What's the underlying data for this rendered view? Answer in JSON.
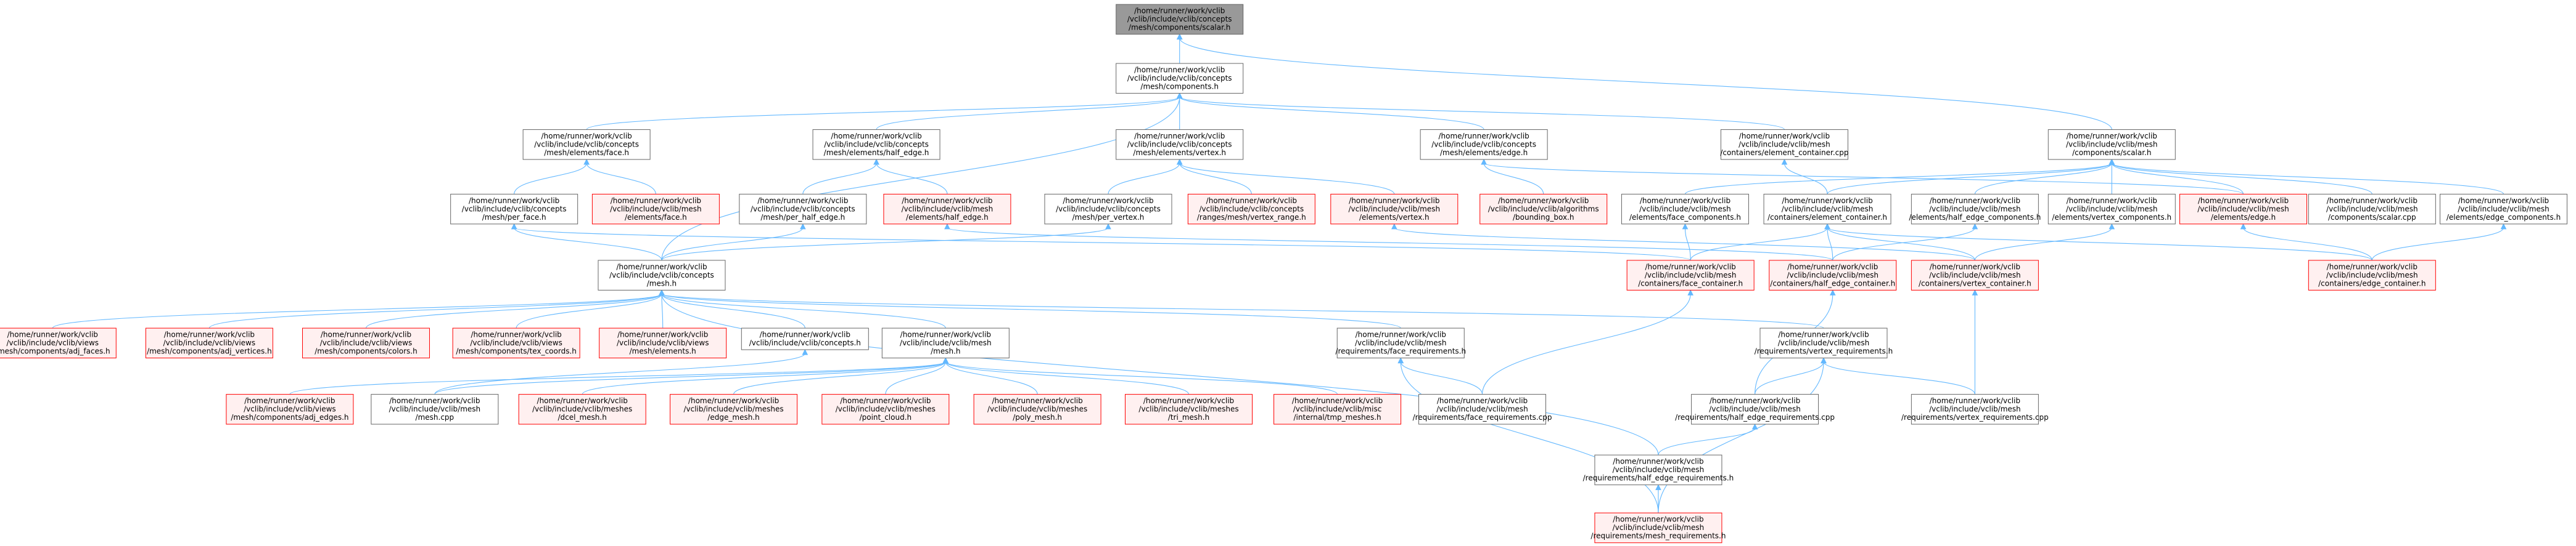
{
  "colors": {
    "background": "#ffffff",
    "edge": "#63b8ff",
    "root_fill": "#999999",
    "root_stroke": "#666666",
    "normal_fill": "#ffffff",
    "normal_stroke": "#666666",
    "missing_fill": "#fff0f0",
    "missing_stroke": "#ff0000"
  },
  "nodes": [
    {
      "id": "scalar_concept",
      "kind": "root",
      "lines": [
        "/home/runner/work/vclib",
        "/vclib/include/vclib/concepts",
        "/mesh/components/scalar.h"
      ]
    },
    {
      "id": "components_concept",
      "kind": "normal",
      "lines": [
        "/home/runner/work/vclib",
        "/vclib/include/vclib/concepts",
        "/mesh/components.h"
      ]
    },
    {
      "id": "face_concept",
      "kind": "normal",
      "lines": [
        "/home/runner/work/vclib",
        "/vclib/include/vclib/concepts",
        "/mesh/elements/face.h"
      ]
    },
    {
      "id": "half_edge_concept",
      "kind": "normal",
      "lines": [
        "/home/runner/work/vclib",
        "/vclib/include/vclib/concepts",
        "/mesh/elements/half_edge.h"
      ]
    },
    {
      "id": "vertex_concept",
      "kind": "normal",
      "lines": [
        "/home/runner/work/vclib",
        "/vclib/include/vclib/concepts",
        "/mesh/elements/vertex.h"
      ]
    },
    {
      "id": "edge_concept",
      "kind": "normal",
      "lines": [
        "/home/runner/work/vclib",
        "/vclib/include/vclib/concepts",
        "/mesh/elements/edge.h"
      ]
    },
    {
      "id": "element_container_cpp",
      "kind": "normal",
      "lines": [
        "/home/runner/work/vclib",
        "/vclib/include/vclib/mesh",
        "/containers/element_container.cpp"
      ]
    },
    {
      "id": "mesh_scalar_h",
      "kind": "normal",
      "lines": [
        "/home/runner/work/vclib",
        "/vclib/include/vclib/mesh",
        "/components/scalar.h"
      ]
    },
    {
      "id": "per_face",
      "kind": "normal",
      "lines": [
        "/home/runner/work/vclib",
        "/vclib/include/vclib/concepts",
        "/mesh/per_face.h"
      ]
    },
    {
      "id": "mesh_elements_face",
      "kind": "missing",
      "lines": [
        "/home/runner/work/vclib",
        "/vclib/include/vclib/mesh",
        "/elements/face.h"
      ]
    },
    {
      "id": "per_half_edge",
      "kind": "normal",
      "lines": [
        "/home/runner/work/vclib",
        "/vclib/include/vclib/concepts",
        "/mesh/per_half_edge.h"
      ]
    },
    {
      "id": "mesh_elements_half_edge",
      "kind": "missing",
      "lines": [
        "/home/runner/work/vclib",
        "/vclib/include/vclib/mesh",
        "/elements/half_edge.h"
      ]
    },
    {
      "id": "per_vertex",
      "kind": "normal",
      "lines": [
        "/home/runner/work/vclib",
        "/vclib/include/vclib/concepts",
        "/mesh/per_vertex.h"
      ]
    },
    {
      "id": "vertex_range",
      "kind": "missing",
      "lines": [
        "/home/runner/work/vclib",
        "/vclib/include/vclib/concepts",
        "/ranges/mesh/vertex_range.h"
      ]
    },
    {
      "id": "mesh_elements_vertex",
      "kind": "missing",
      "lines": [
        "/home/runner/work/vclib",
        "/vclib/include/vclib/mesh",
        "/elements/vertex.h"
      ]
    },
    {
      "id": "bounding_box",
      "kind": "missing",
      "lines": [
        "/home/runner/work/vclib",
        "/vclib/include/vclib/algorithms",
        "/bounding_box.h"
      ]
    },
    {
      "id": "face_components",
      "kind": "normal",
      "lines": [
        "/home/runner/work/vclib",
        "/vclib/include/vclib/mesh",
        "/elements/face_components.h"
      ]
    },
    {
      "id": "element_container_h",
      "kind": "normal",
      "lines": [
        "/home/runner/work/vclib",
        "/vclib/include/vclib/mesh",
        "/containers/element_container.h"
      ]
    },
    {
      "id": "half_edge_components",
      "kind": "normal",
      "lines": [
        "/home/runner/work/vclib",
        "/vclib/include/vclib/mesh",
        "/elements/half_edge_components.h"
      ]
    },
    {
      "id": "vertex_components",
      "kind": "normal",
      "lines": [
        "/home/runner/work/vclib",
        "/vclib/include/vclib/mesh",
        "/elements/vertex_components.h"
      ]
    },
    {
      "id": "mesh_elements_edge",
      "kind": "missing",
      "lines": [
        "/home/runner/work/vclib",
        "/vclib/include/vclib/mesh",
        "/elements/edge.h"
      ]
    },
    {
      "id": "scalar_cpp",
      "kind": "normal",
      "lines": [
        "/home/runner/work/vclib",
        "/vclib/include/vclib/mesh",
        "/components/scalar.cpp"
      ]
    },
    {
      "id": "edge_components",
      "kind": "normal",
      "lines": [
        "/home/runner/work/vclib",
        "/vclib/include/vclib/mesh",
        "/elements/edge_components.h"
      ]
    },
    {
      "id": "mesh_concept",
      "kind": "normal",
      "lines": [
        "/home/runner/work/vclib",
        "/vclib/include/vclib/concepts",
        "/mesh.h"
      ]
    },
    {
      "id": "face_container",
      "kind": "missing",
      "lines": [
        "/home/runner/work/vclib",
        "/vclib/include/vclib/mesh",
        "/containers/face_container.h"
      ]
    },
    {
      "id": "half_edge_container",
      "kind": "missing",
      "lines": [
        "/home/runner/work/vclib",
        "/vclib/include/vclib/mesh",
        "/containers/half_edge_container.h"
      ]
    },
    {
      "id": "vertex_container",
      "kind": "missing",
      "lines": [
        "/home/runner/work/vclib",
        "/vclib/include/vclib/mesh",
        "/containers/vertex_container.h"
      ]
    },
    {
      "id": "edge_container",
      "kind": "missing",
      "lines": [
        "/home/runner/work/vclib",
        "/vclib/include/vclib/mesh",
        "/containers/edge_container.h"
      ]
    },
    {
      "id": "adj_faces",
      "kind": "missing",
      "lines": [
        "/home/runner/work/vclib",
        "/vclib/include/vclib/views",
        "/mesh/components/adj_faces.h"
      ]
    },
    {
      "id": "adj_vertices",
      "kind": "missing",
      "lines": [
        "/home/runner/work/vclib",
        "/vclib/include/vclib/views",
        "/mesh/components/adj_vertices.h"
      ]
    },
    {
      "id": "colors",
      "kind": "missing",
      "lines": [
        "/home/runner/work/vclib",
        "/vclib/include/vclib/views",
        "/mesh/components/colors.h"
      ]
    },
    {
      "id": "tex_coords",
      "kind": "missing",
      "lines": [
        "/home/runner/work/vclib",
        "/vclib/include/vclib/views",
        "/mesh/components/tex_coords.h"
      ]
    },
    {
      "id": "views_elements",
      "kind": "missing",
      "lines": [
        "/home/runner/work/vclib",
        "/vclib/include/vclib/views",
        "/mesh/elements.h"
      ]
    },
    {
      "id": "concepts_h",
      "kind": "normal",
      "lines": [
        "/home/runner/work/vclib",
        "/vclib/include/vclib/concepts.h"
      ]
    },
    {
      "id": "mesh_mesh_h",
      "kind": "normal",
      "lines": [
        "/home/runner/work/vclib",
        "/vclib/include/vclib/mesh",
        "/mesh.h"
      ]
    },
    {
      "id": "face_requirements_h",
      "kind": "normal",
      "lines": [
        "/home/runner/work/vclib",
        "/vclib/include/vclib/mesh",
        "/requirements/face_requirements.h"
      ]
    },
    {
      "id": "vertex_requirements_h",
      "kind": "normal",
      "lines": [
        "/home/runner/work/vclib",
        "/vclib/include/vclib/mesh",
        "/requirements/vertex_requirements.h"
      ]
    },
    {
      "id": "adj_edges",
      "kind": "missing",
      "lines": [
        "/home/runner/work/vclib",
        "/vclib/include/vclib/views",
        "/mesh/components/adj_edges.h"
      ]
    },
    {
      "id": "mesh_cpp",
      "kind": "normal",
      "lines": [
        "/home/runner/work/vclib",
        "/vclib/include/vclib/mesh",
        "/mesh.cpp"
      ]
    },
    {
      "id": "dcel_mesh",
      "kind": "missing",
      "lines": [
        "/home/runner/work/vclib",
        "/vclib/include/vclib/meshes",
        "/dcel_mesh.h"
      ]
    },
    {
      "id": "edge_mesh",
      "kind": "missing",
      "lines": [
        "/home/runner/work/vclib",
        "/vclib/include/vclib/meshes",
        "/edge_mesh.h"
      ]
    },
    {
      "id": "point_cloud",
      "kind": "missing",
      "lines": [
        "/home/runner/work/vclib",
        "/vclib/include/vclib/meshes",
        "/point_cloud.h"
      ]
    },
    {
      "id": "poly_mesh",
      "kind": "missing",
      "lines": [
        "/home/runner/work/vclib",
        "/vclib/include/vclib/meshes",
        "/poly_mesh.h"
      ]
    },
    {
      "id": "tri_mesh",
      "kind": "missing",
      "lines": [
        "/home/runner/work/vclib",
        "/vclib/include/vclib/meshes",
        "/tri_mesh.h"
      ]
    },
    {
      "id": "tmp_meshes",
      "kind": "missing",
      "lines": [
        "/home/runner/work/vclib",
        "/vclib/include/vclib/misc",
        "/internal/tmp_meshes.h"
      ]
    },
    {
      "id": "face_requirements_cpp",
      "kind": "normal",
      "lines": [
        "/home/runner/work/vclib",
        "/vclib/include/vclib/mesh",
        "/requirements/face_requirements.cpp"
      ]
    },
    {
      "id": "half_edge_requirements_cpp",
      "kind": "normal",
      "lines": [
        "/home/runner/work/vclib",
        "/vclib/include/vclib/mesh",
        "/requirements/half_edge_requirements.cpp"
      ]
    },
    {
      "id": "vertex_requirements_cpp",
      "kind": "normal",
      "lines": [
        "/home/runner/work/vclib",
        "/vclib/include/vclib/mesh",
        "/requirements/vertex_requirements.cpp"
      ]
    },
    {
      "id": "half_edge_requirements_h",
      "kind": "normal",
      "lines": [
        "/home/runner/work/vclib",
        "/vclib/include/vclib/mesh",
        "/requirements/half_edge_requirements.h"
      ]
    },
    {
      "id": "mesh_requirements_h",
      "kind": "missing",
      "lines": [
        "/home/runner/work/vclib",
        "/vclib/include/vclib/mesh",
        "/requirements/mesh_requirements.h"
      ]
    }
  ],
  "edges": [
    [
      "components_concept",
      "scalar_concept"
    ],
    [
      "mesh_scalar_h",
      "scalar_concept"
    ],
    [
      "face_concept",
      "components_concept"
    ],
    [
      "half_edge_concept",
      "components_concept"
    ],
    [
      "vertex_concept",
      "components_concept"
    ],
    [
      "edge_concept",
      "components_concept"
    ],
    [
      "element_container_cpp",
      "components_concept"
    ],
    [
      "mesh_concept",
      "components_concept"
    ],
    [
      "per_face",
      "face_concept"
    ],
    [
      "mesh_elements_face",
      "face_concept"
    ],
    [
      "per_half_edge",
      "half_edge_concept"
    ],
    [
      "mesh_elements_half_edge",
      "half_edge_concept"
    ],
    [
      "per_vertex",
      "vertex_concept"
    ],
    [
      "vertex_range",
      "vertex_concept"
    ],
    [
      "mesh_elements_vertex",
      "vertex_concept"
    ],
    [
      "bounding_box",
      "edge_concept"
    ],
    [
      "mesh_elements_edge",
      "edge_concept"
    ],
    [
      "element_container_h",
      "element_container_cpp"
    ],
    [
      "face_components",
      "mesh_scalar_h"
    ],
    [
      "half_edge_components",
      "mesh_scalar_h"
    ],
    [
      "vertex_components",
      "mesh_scalar_h"
    ],
    [
      "mesh_elements_edge",
      "mesh_scalar_h"
    ],
    [
      "scalar_cpp",
      "mesh_scalar_h"
    ],
    [
      "edge_components",
      "mesh_scalar_h"
    ],
    [
      "element_container_h",
      "mesh_scalar_h"
    ],
    [
      "mesh_concept",
      "per_face"
    ],
    [
      "mesh_concept",
      "per_half_edge"
    ],
    [
      "mesh_concept",
      "per_vertex"
    ],
    [
      "face_container",
      "per_face"
    ],
    [
      "half_edge_container",
      "mesh_elements_half_edge"
    ],
    [
      "vertex_container",
      "mesh_elements_vertex"
    ],
    [
      "face_container",
      "face_components"
    ],
    [
      "face_container",
      "element_container_h"
    ],
    [
      "half_edge_container",
      "element_container_h"
    ],
    [
      "vertex_container",
      "element_container_h"
    ],
    [
      "edge_container",
      "element_container_h"
    ],
    [
      "half_edge_container",
      "half_edge_components"
    ],
    [
      "vertex_container",
      "vertex_components"
    ],
    [
      "edge_container",
      "mesh_elements_edge"
    ],
    [
      "edge_container",
      "edge_components"
    ],
    [
      "adj_faces",
      "mesh_concept"
    ],
    [
      "adj_vertices",
      "mesh_concept"
    ],
    [
      "colors",
      "mesh_concept"
    ],
    [
      "tex_coords",
      "mesh_concept"
    ],
    [
      "views_elements",
      "mesh_concept"
    ],
    [
      "concepts_h",
      "mesh_concept"
    ],
    [
      "mesh_mesh_h",
      "mesh_concept"
    ],
    [
      "face_requirements_h",
      "mesh_concept"
    ],
    [
      "vertex_requirements_h",
      "mesh_concept"
    ],
    [
      "half_edge_requirements_h",
      "mesh_concept"
    ],
    [
      "mesh_cpp",
      "concepts_h"
    ],
    [
      "adj_edges",
      "mesh_mesh_h"
    ],
    [
      "mesh_cpp",
      "mesh_mesh_h"
    ],
    [
      "dcel_mesh",
      "mesh_mesh_h"
    ],
    [
      "edge_mesh",
      "mesh_mesh_h"
    ],
    [
      "point_cloud",
      "mesh_mesh_h"
    ],
    [
      "poly_mesh",
      "mesh_mesh_h"
    ],
    [
      "tri_mesh",
      "mesh_mesh_h"
    ],
    [
      "tmp_meshes",
      "mesh_mesh_h"
    ],
    [
      "face_requirements_cpp",
      "face_requirements_h"
    ],
    [
      "mesh_requirements_h",
      "face_requirements_h"
    ],
    [
      "half_edge_requirements_cpp",
      "vertex_requirements_h"
    ],
    [
      "vertex_requirements_cpp",
      "vertex_requirements_h"
    ],
    [
      "mesh_requirements_h",
      "vertex_requirements_h"
    ],
    [
      "face_requirements_cpp",
      "face_container"
    ],
    [
      "half_edge_requirements_cpp",
      "half_edge_container"
    ],
    [
      "vertex_requirements_cpp",
      "vertex_container"
    ],
    [
      "half_edge_requirements_h",
      "half_edge_requirements_cpp"
    ],
    [
      "mesh_requirements_h",
      "half_edge_requirements_h"
    ]
  ]
}
